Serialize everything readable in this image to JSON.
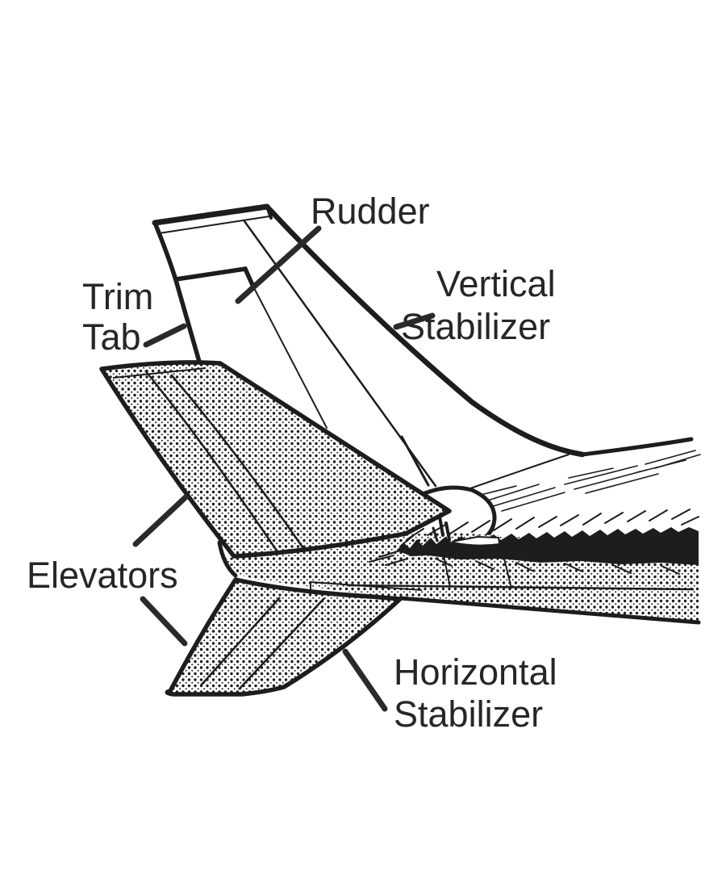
{
  "figure": {
    "type": "line-art diagram of airplane empennage (tail) parts",
    "background": "#ffffff",
    "ink_color": "#262626",
    "labels": {
      "rudder": "Rudder",
      "trim_tab": [
        "Trim",
        "Tab"
      ],
      "vertical_stabilizer": [
        "Vertical",
        "Stabilizer"
      ],
      "elevators": "Elevators",
      "horizontal_stabilizer": [
        "Horizontal",
        "Stabilizer"
      ]
    }
  }
}
